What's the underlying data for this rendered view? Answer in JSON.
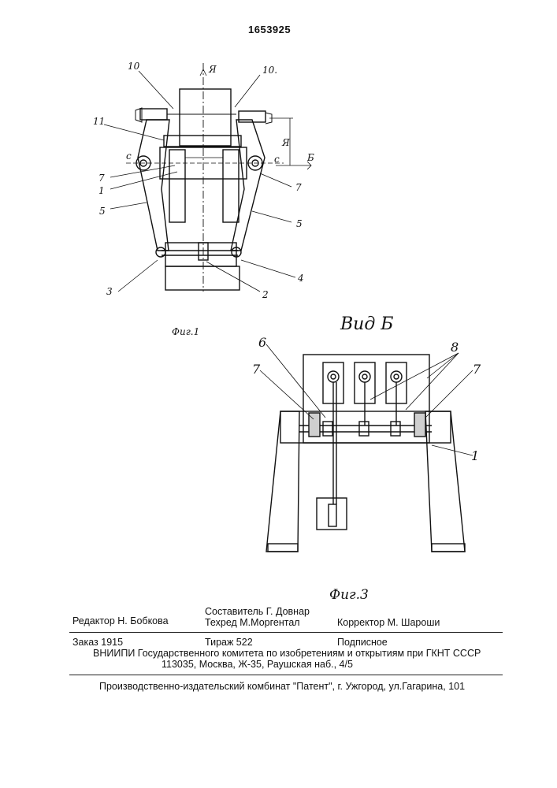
{
  "patent_number": "1653925",
  "fig1": {
    "caption": "Фиг.1",
    "labels": {
      "l10a": "10",
      "l10b": "10.",
      "l11": "11",
      "lc_left": "с",
      "lc_right": "с",
      "l7_left": "7",
      "l7_right": "7",
      "l1": "1",
      "l5_left": "5",
      "l5_right": "5",
      "l3": "3",
      "l2": "2",
      "l4": "4",
      "lA_top": "Я",
      "lA_side": "Я",
      "lB": "Б"
    }
  },
  "fig3": {
    "view_title": "Вид Б",
    "caption": "Фиг.3",
    "labels": {
      "l6": "6",
      "l7_left": "7",
      "l8": "8",
      "l7_right": "7",
      "l1": "1"
    }
  },
  "imprint": {
    "editor": "Редактор  Н. Бобкова",
    "compiler": "Составитель Г. Довнар",
    "techred": "Техред М.Моргентал",
    "corrector": "Корректор  М. Шароши",
    "order": "Заказ  1915",
    "circulation": "Тираж 522",
    "subscription": "Подписное",
    "org": "ВНИИПИ Государственного комитета по изобретениям и открытиям при ГКНТ СССР",
    "address": "113035, Москва, Ж-35, Раушская наб., 4/5",
    "publisher": "Производственно-издательский комбинат \"Патент\", г. Ужгород, ул.Гагарина, 101"
  }
}
